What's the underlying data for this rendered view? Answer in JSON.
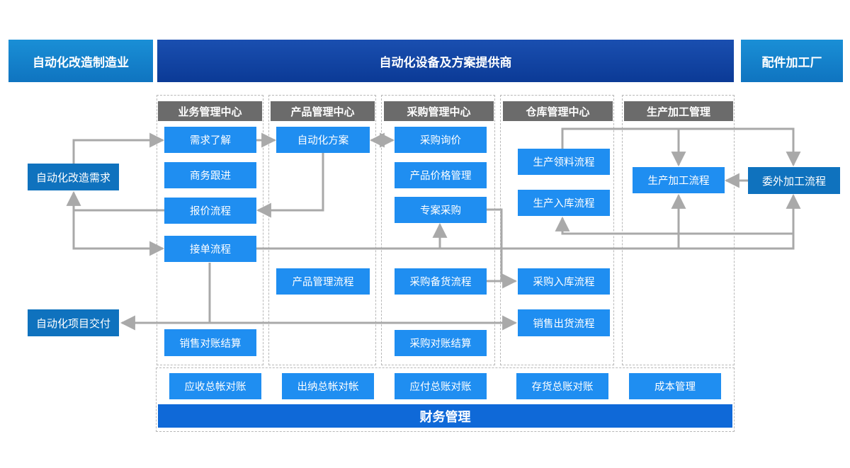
{
  "top": {
    "left": "自动化改造制造业",
    "center": "自动化设备及方案提供商",
    "right": "配件加工厂"
  },
  "columns": {
    "business": "业务管理中心",
    "product": "产品管理中心",
    "purchase": "采购管理中心",
    "warehouse": "仓库管理中心",
    "production": "生产加工管理"
  },
  "business": {
    "demand": "需求了解",
    "followup": "商务跟进",
    "quote": "报价流程",
    "order": "接单流程",
    "settlement": "销售对账结算"
  },
  "product": {
    "solution": "自动化方案",
    "mgmt_flow": "产品管理流程"
  },
  "purchase": {
    "inquiry": "采购询价",
    "price_mgmt": "产品价格管理",
    "special": "专案采购",
    "stock_flow": "采购备货流程",
    "settlement": "采购对账结算"
  },
  "warehouse": {
    "material_flow": "生产领料流程",
    "prod_in_flow": "生产入库流程",
    "purchase_in_flow": "采购入库流程",
    "sales_out_flow": "销售出货流程"
  },
  "production": {
    "process_flow": "生产加工流程"
  },
  "external": {
    "demand": "自动化改造需求",
    "delivery": "自动化项目交付",
    "outsource": "委外加工流程"
  },
  "finance": {
    "receivable": "应收总帐对账",
    "cashier": "出纳总帐对帐",
    "payable": "应付总账对账",
    "inventory": "存货总账对账",
    "cost": "成本管理",
    "title": "财务管理"
  },
  "colors": {
    "header_blue": "#1a8fd6",
    "header_dark": "#0b3a96",
    "box_blue": "#1f8ef1",
    "ext_blue": "#0f72be",
    "column_gray": "#6b6b6b",
    "arrow_gray": "#a9a9a9"
  }
}
